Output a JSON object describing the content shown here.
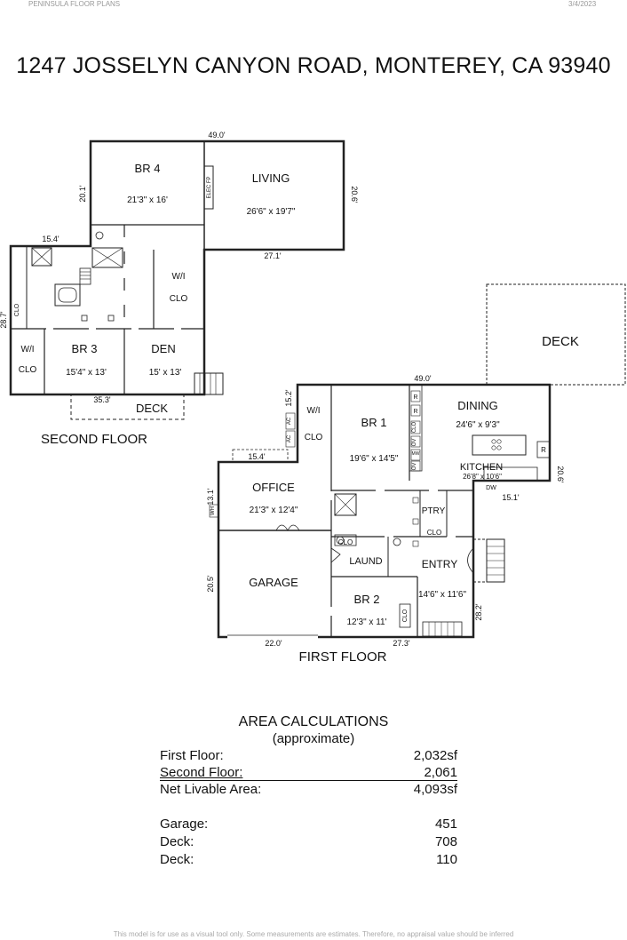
{
  "header": {
    "company": "PENINSULA FLOOR PLANS",
    "date": "3/4/2023"
  },
  "title": "1247 JOSSELYN CANYON ROAD, MONTEREY, CA 93940",
  "second_floor": {
    "label": "SECOND FLOOR",
    "rooms": {
      "br4": {
        "name": "BR 4",
        "dims": "21'3\" x 16'"
      },
      "living": {
        "name": "LIVING",
        "dims": "26'6\" x 19'7\""
      },
      "br3": {
        "name": "BR 3",
        "dims": "15'4\" x 13'"
      },
      "den": {
        "name": "DEN",
        "dims": "15' x 13'"
      },
      "wi": {
        "name": "W/I",
        "clo": "CLO"
      },
      "wi_left": {
        "name": "W/I",
        "clo": "CLO"
      },
      "clo_left": "CLO",
      "deck": "DECK",
      "elec_fp": "ELEC FP"
    },
    "dims": {
      "top": "49.0'",
      "left_upper": "20.1'",
      "right": "20.6'",
      "mid": "27.1'",
      "step": "15.4'",
      "left": "28.7'",
      "bottom": "35.3'"
    }
  },
  "first_floor": {
    "label": "FIRST FLOOR",
    "rooms": {
      "deck": "DECK",
      "br1": {
        "name": "BR 1",
        "dims": "19'6\" x 14'5\""
      },
      "dining": {
        "name": "DINING",
        "dims": "24'6\" x 9'3\""
      },
      "kitchen": {
        "name": "KITCHEN",
        "dims": "26'8\" x 10'6\""
      },
      "office": {
        "name": "OFFICE",
        "dims": "21'3\" x 12'4\""
      },
      "garage": {
        "name": "GARAGE"
      },
      "br2": {
        "name": "BR 2",
        "dims": "12'3\" x 11'"
      },
      "entry": {
        "name": "ENTRY",
        "dims": "14'6\" x 11'6\""
      },
      "laund": "LAUND",
      "ptry": "PTRY",
      "wi": {
        "name": "W/I",
        "clo": "CLO"
      },
      "clo_bath": "CLO",
      "clo_ptry": "CLO",
      "clo_br2": "CLO",
      "r1": "R",
      "r2": "R",
      "clo_k": "CLO",
      "ov1": "OV",
      "mw": "MW",
      "ov2": "OV",
      "dw": "DW",
      "ac1": "AC",
      "ac2": "AC",
      "wh": "WH"
    },
    "dims": {
      "top": "49.0'",
      "right": "20.6'",
      "kitchen_bottom": "15.1'",
      "left_top": "15.2'",
      "office_top": "15.4'",
      "office_left": "13.1'",
      "garage_left": "20.5'",
      "garage_bottom": "22.0'",
      "bottom": "27.3'",
      "entry_right": "28.2'"
    }
  },
  "area_calculations": {
    "title": "AREA CALCULATIONS",
    "subtitle": "(approximate)",
    "rows": [
      {
        "label": "First Floor:",
        "value": "2,032sf"
      },
      {
        "label": "Second Floor:",
        "value": "2,061"
      },
      {
        "label": "Net Livable Area:",
        "value": "4,093sf"
      }
    ],
    "extras": [
      {
        "label": "Garage:",
        "value": "451"
      },
      {
        "label": "Deck:",
        "value": "708"
      },
      {
        "label": "Deck:",
        "value": "110"
      }
    ]
  },
  "footer": "This model is for use as a visual tool only. Some measurements are estimates. Therefore, no appraisal value should be inferred"
}
